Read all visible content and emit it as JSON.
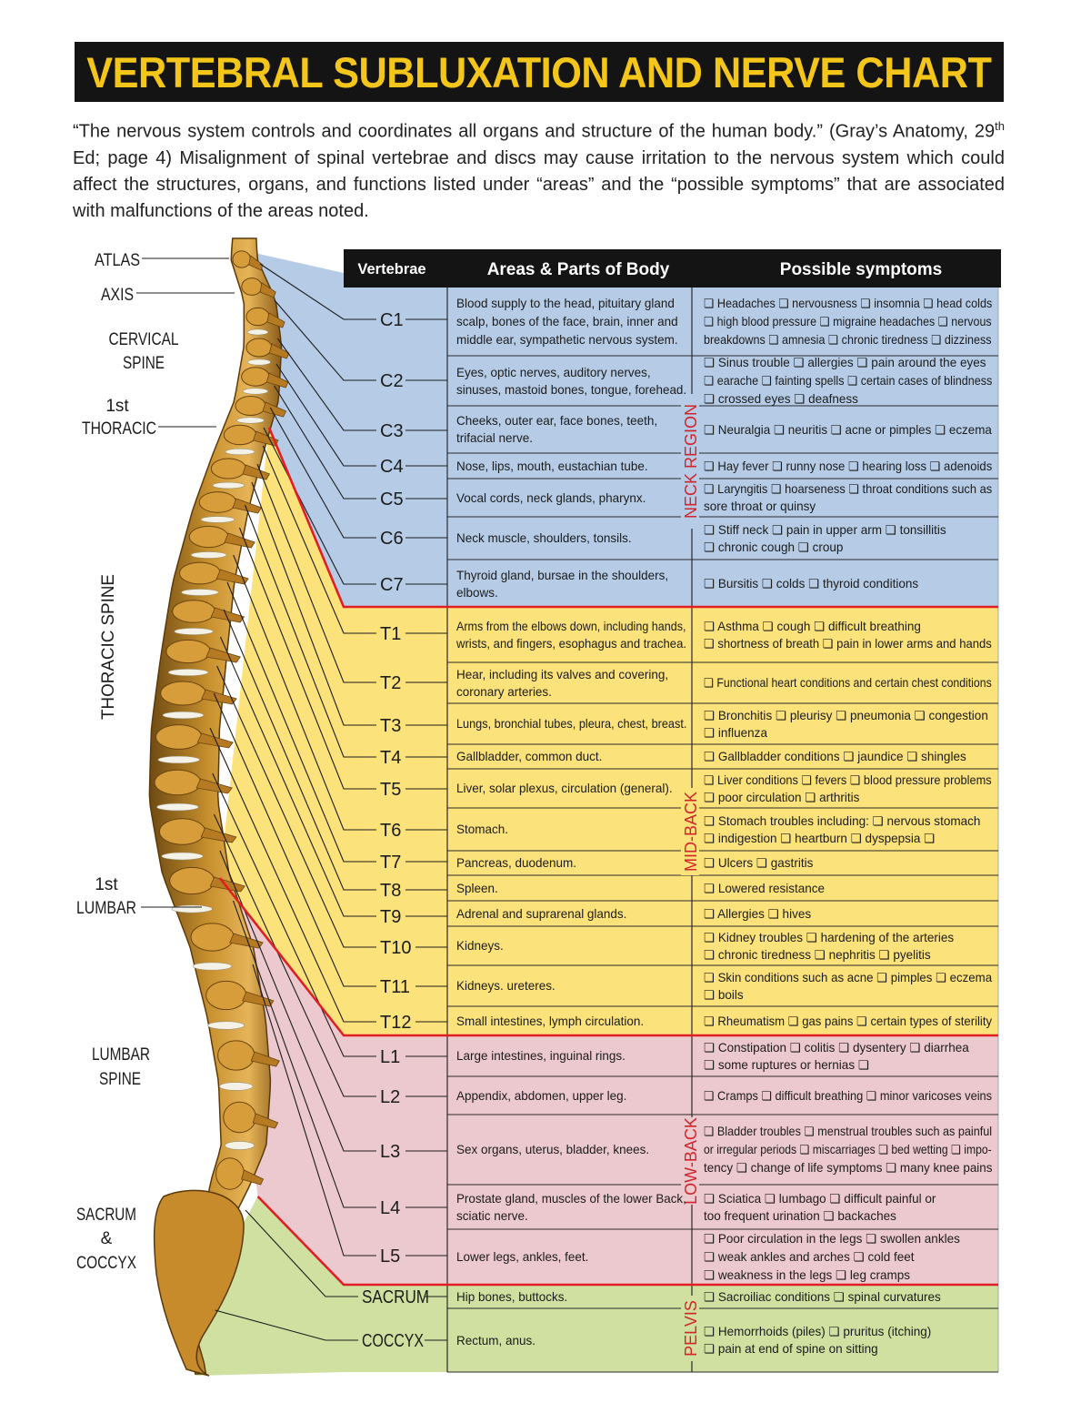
{
  "title": "VERTEBRAL SUBLUXATION AND NERVE CHART",
  "intro": {
    "part1": "“The nervous system controls and coordinates all organs and structure of the human body.” (Gray’s Anatomy, 29",
    "sup": "th",
    "part2": " Ed; page 4) Misalignment of spinal vertebrae and discs may cause irritation to the nervous system which could affect the structures, organs, and functions listed under “areas” and the “possible symptoms” that are associated with malfunctions of the areas noted."
  },
  "table_header": {
    "vertebrae": "Vertebrae",
    "areas": "Areas & Parts of Body",
    "symptoms": "Possible symptoms"
  },
  "colors": {
    "neck": "#b5cbe6",
    "mid": "#fbe27a",
    "low": "#ecc8cf",
    "pelvis": "#cfe0a0",
    "region_text": "#d2242a",
    "divider": "#e01e24",
    "title": "#f5c61a"
  },
  "regions": [
    {
      "key": "neck",
      "label": "NECK REGION"
    },
    {
      "key": "mid",
      "label": "MID-BACK"
    },
    {
      "key": "low",
      "label": "LOW-BACK"
    },
    {
      "key": "pelvis",
      "label": "PELVIS"
    }
  ],
  "side_labels": {
    "atlas": "ATLAS",
    "axis": "AXIS",
    "cervical": [
      "CERVICAL",
      "SPINE"
    ],
    "thoracic1": [
      "1st",
      "THORACIC"
    ],
    "thoracic_spine": "THORACIC SPINE",
    "lumbar1": [
      "1st",
      "LUMBAR"
    ],
    "lumbar_spine": [
      "LUMBAR",
      "SPINE"
    ],
    "sacrum_coccyx": [
      "SACRUM",
      "&",
      "COCCYX"
    ]
  },
  "rows": [
    {
      "vertebra": "C1",
      "region": "neck",
      "areas": [
        "Blood supply to the head, pituitary gland",
        "scalp, bones of the face, brain, inner and",
        "middle ear, sympathetic nervous system."
      ],
      "symptoms": [
        "❏ Headaches ❏ nervousness ❏ insomnia ❏ head colds",
        "❏ high blood pressure ❏ migraine headaches ❏ nervous",
        "breakdowns ❏ amnesia ❏ chronic tiredness ❏ dizziness"
      ]
    },
    {
      "vertebra": "C2",
      "region": "neck",
      "areas": [
        "Eyes, optic nerves, auditory nerves,",
        "sinuses, mastoid bones, tongue, forehead."
      ],
      "symptoms": [
        "❏ Sinus trouble ❏ allergies ❏ pain around the eyes",
        "❏ earache ❏ fainting spells ❏ certain cases of blindness",
        "❏ crossed eyes ❏ deafness"
      ]
    },
    {
      "vertebra": "C3",
      "region": "neck",
      "areas": [
        "Cheeks, outer ear, face bones, teeth,",
        "trifacial nerve."
      ],
      "symptoms": [
        "❏ Neuralgia ❏ neuritis ❏ acne or pimples ❏ eczema"
      ]
    },
    {
      "vertebra": "C4",
      "region": "neck",
      "areas": [
        "Nose, lips, mouth, eustachian tube."
      ],
      "symptoms": [
        "❏ Hay fever ❏ runny nose ❏ hearing loss ❏ adenoids"
      ]
    },
    {
      "vertebra": "C5",
      "region": "neck",
      "areas": [
        "Vocal cords, neck glands, pharynx."
      ],
      "symptoms": [
        "❏ Laryngitis ❏ hoarseness ❏ throat conditions such as",
        "sore throat or quinsy"
      ]
    },
    {
      "vertebra": "C6",
      "region": "neck",
      "areas": [
        "Neck muscle, shoulders, tonsils."
      ],
      "symptoms": [
        "❏ Stiff neck ❏ pain in upper arm ❏ tonsillitis",
        "❏ chronic cough ❏ croup"
      ]
    },
    {
      "vertebra": "C7",
      "region": "neck",
      "areas": [
        "Thyroid gland, bursae in the shoulders,",
        "elbows."
      ],
      "symptoms": [
        "❏ Bursitis ❏ colds ❏ thyroid conditions"
      ]
    },
    {
      "vertebra": "T1",
      "region": "mid",
      "areas": [
        "Arms from the elbows down, including hands,",
        "wrists, and fingers, esophagus and trachea."
      ],
      "symptoms": [
        "❏ Asthma ❏ cough ❏ difficult breathing",
        "❏ shortness of breath ❏ pain in lower arms and hands"
      ]
    },
    {
      "vertebra": "T2",
      "region": "mid",
      "areas": [
        "Hear, including its valves and covering,",
        "coronary arteries."
      ],
      "symptoms": [
        "❏ Functional heart conditions and certain chest conditions"
      ]
    },
    {
      "vertebra": "T3",
      "region": "mid",
      "areas": [
        "Lungs, bronchial tubes, pleura, chest, breast."
      ],
      "symptoms": [
        "❏ Bronchitis ❏ pleurisy ❏ pneumonia ❏ congestion",
        "❏ influenza"
      ]
    },
    {
      "vertebra": "T4",
      "region": "mid",
      "areas": [
        "Gallbladder, common duct."
      ],
      "symptoms": [
        "❏ Gallbladder conditions ❏ jaundice ❏ shingles"
      ]
    },
    {
      "vertebra": "T5",
      "region": "mid",
      "areas": [
        "Liver, solar plexus, circulation (general)."
      ],
      "symptoms": [
        "❏ Liver conditions ❏ fevers ❏ blood pressure problems",
        "❏ poor circulation ❏ arthritis"
      ]
    },
    {
      "vertebra": "T6",
      "region": "mid",
      "areas": [
        "Stomach."
      ],
      "symptoms": [
        "❏ Stomach troubles including: ❏ nervous stomach",
        "❏ indigestion ❏ heartburn ❏ dyspepsia ❏"
      ]
    },
    {
      "vertebra": "T7",
      "region": "mid",
      "areas": [
        "Pancreas, duodenum."
      ],
      "symptoms": [
        "❏ Ulcers ❏ gastritis"
      ]
    },
    {
      "vertebra": "T8",
      "region": "mid",
      "areas": [
        "Spleen."
      ],
      "symptoms": [
        "❏ Lowered resistance"
      ]
    },
    {
      "vertebra": "T9",
      "region": "mid",
      "areas": [
        "Adrenal and suprarenal glands."
      ],
      "symptoms": [
        "❏ Allergies ❏ hives"
      ]
    },
    {
      "vertebra": "T10",
      "region": "mid",
      "areas": [
        "Kidneys."
      ],
      "symptoms": [
        "❏ Kidney troubles ❏ hardening of the arteries",
        "❏ chronic tiredness ❏ nephritis ❏ pyelitis"
      ]
    },
    {
      "vertebra": "T11",
      "region": "mid",
      "areas": [
        "Kidneys. ureteres."
      ],
      "symptoms": [
        "❏ Skin conditions such as acne ❏ pimples ❏ eczema",
        "❏ boils"
      ]
    },
    {
      "vertebra": "T12",
      "region": "mid",
      "areas": [
        "Small intestines, lymph circulation."
      ],
      "symptoms": [
        "❏ Rheumatism ❏ gas pains ❏ certain types of sterility"
      ]
    },
    {
      "vertebra": "L1",
      "region": "low",
      "areas": [
        "Large intestines, inguinal rings."
      ],
      "symptoms": [
        "❏ Constipation ❏ colitis ❏ dysentery ❏ diarrhea",
        "❏ some ruptures or hernias ❏"
      ]
    },
    {
      "vertebra": "L2",
      "region": "low",
      "areas": [
        "Appendix, abdomen, upper leg."
      ],
      "symptoms": [
        "❏ Cramps ❏ difficult breathing ❏ minor varicoses veins"
      ]
    },
    {
      "vertebra": "L3",
      "region": "low",
      "areas": [
        "Sex organs, uterus, bladder, knees."
      ],
      "symptoms": [
        "❏ Bladder troubles ❏ menstrual troubles such as painful",
        "or irregular periods ❏ miscarriages ❏ bed wetting ❏ impo-",
        "tency ❏ change of life symptoms ❏ many knee pains"
      ]
    },
    {
      "vertebra": "L4",
      "region": "low",
      "areas": [
        "Prostate gland, muscles of the lower Back,",
        "sciatic nerve."
      ],
      "symptoms": [
        "❏ Sciatica ❏ lumbago ❏ difficult painful or",
        "too frequent urination ❏ backaches"
      ]
    },
    {
      "vertebra": "L5",
      "region": "low",
      "areas": [
        "Lower legs, ankles, feet."
      ],
      "symptoms": [
        "❏ Poor circulation in the legs ❏ swollen ankles",
        "❏ weak ankles and arches ❏ cold feet",
        "❏ weakness in the legs ❏ leg cramps"
      ]
    },
    {
      "vertebra": "SACRUM",
      "region": "pelvis",
      "areas": [
        "Hip bones, buttocks."
      ],
      "symptoms": [
        "❏ Sacroiliac conditions ❏ spinal curvatures"
      ]
    },
    {
      "vertebra": "COCCYX",
      "region": "pelvis",
      "areas": [
        "Rectum, anus."
      ],
      "symptoms": [
        "❏ Hemorrhoids (piles) ❏ pruritus (itching)",
        "❏ pain at end of spine on sitting"
      ]
    }
  ]
}
